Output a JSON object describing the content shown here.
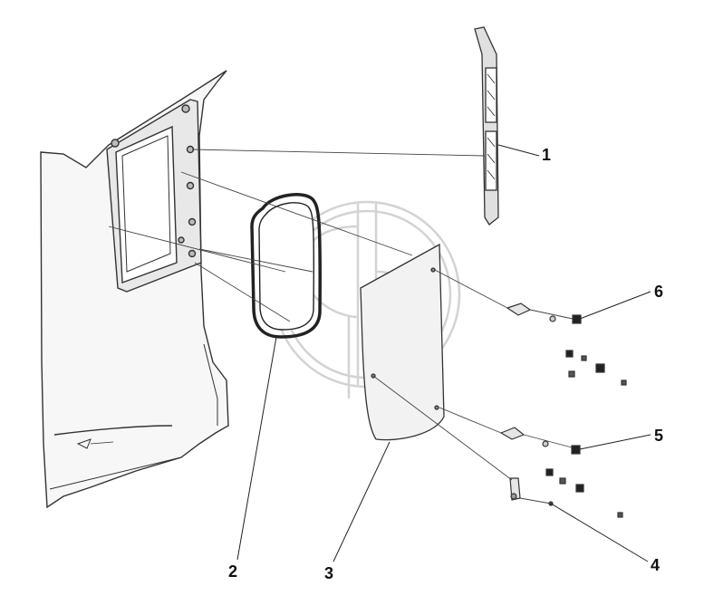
{
  "callouts": {
    "c1": "1",
    "c2": "2",
    "c3": "3",
    "c4": "4",
    "c5": "5",
    "c6": "6"
  },
  "colors": {
    "line": "#333333",
    "fill_light": "#f4f4f4",
    "fill_mid": "#d8d8d8",
    "watermark": "#cfcfcf"
  }
}
